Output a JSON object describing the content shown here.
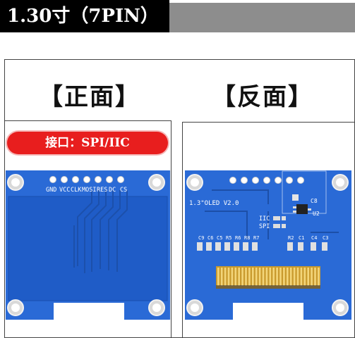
{
  "banner": {
    "title": "1.30寸（7PIN）"
  },
  "front": {
    "heading": "【正面】",
    "interface_label": "接口：SPI/IIC",
    "pins": [
      "GND",
      "VCC",
      "CLK",
      "MOSI",
      "RES",
      "DC",
      "CS"
    ]
  },
  "back": {
    "heading": "【反面】",
    "board_label": "1.3\"OLED V2.0",
    "iic_label": "IIC",
    "spi_label": "SPI",
    "components_top": [
      "C8",
      "U2"
    ],
    "components_row": [
      "C9",
      "C6",
      "C5",
      "R5",
      "R6",
      "R8",
      "R7",
      "R2",
      "C1",
      "C4",
      "C3"
    ]
  },
  "colors": {
    "pcb": "#2a6ad6",
    "pcb_dark": "#1b4fae",
    "pill": "#e81e1e",
    "banner": "#000000",
    "banner_grey": "#8d8d8d"
  }
}
